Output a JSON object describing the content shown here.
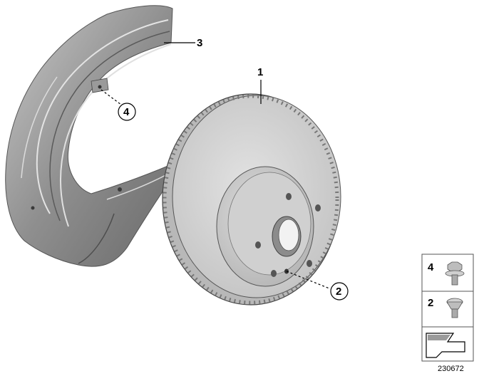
{
  "callouts": {
    "brake_disc": "1",
    "disc_screw": "2",
    "protection_plate": "3",
    "plate_bolt": "4"
  },
  "legend": {
    "item_top": "4",
    "item_bottom": "2"
  },
  "figure_number": "230672"
}
